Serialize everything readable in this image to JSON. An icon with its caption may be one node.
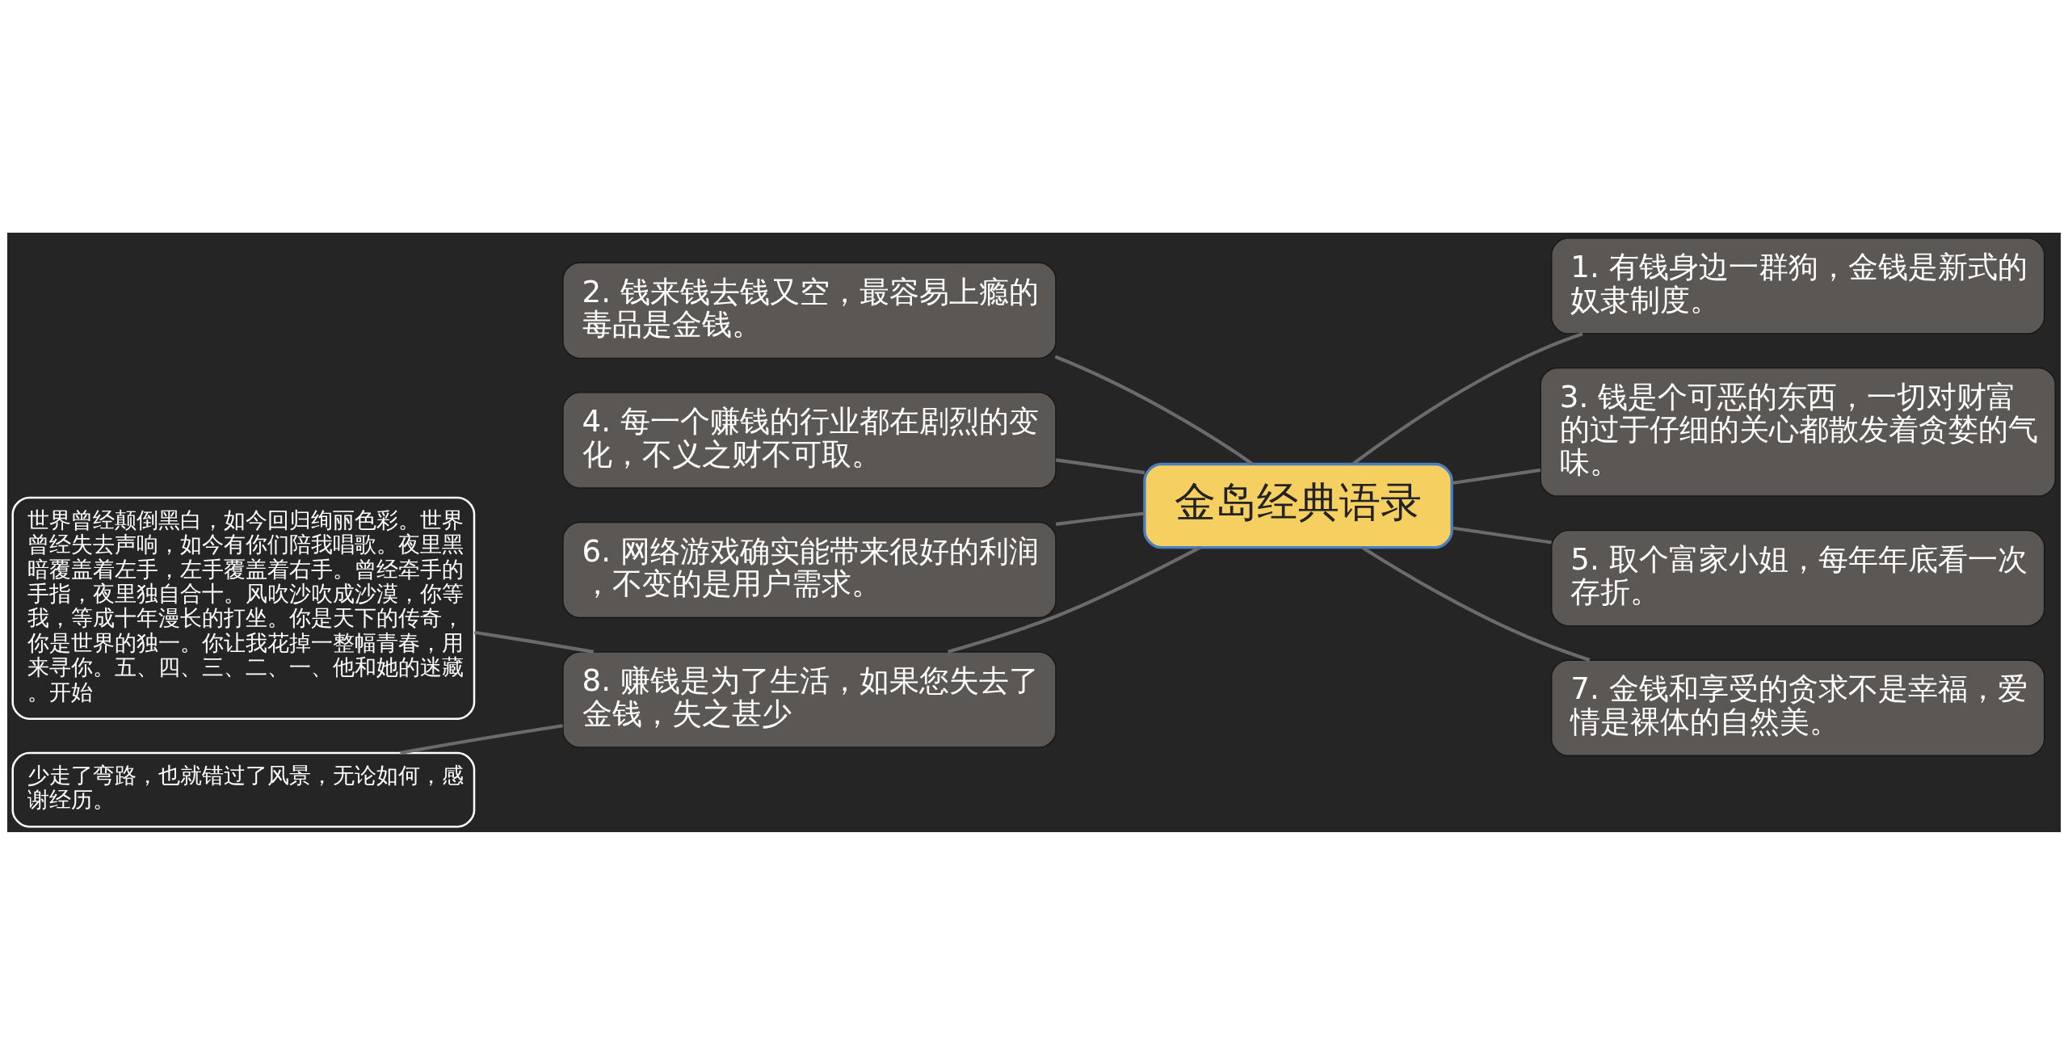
{
  "diagram": {
    "nodes": [
      {
        "text": [
          "金岛经典语录"
        ]
      },
      {
        "text": [
          "1. 有钱身边一群狗，金钱是新式的奴隶制度。"
        ]
      },
      {
        "text": [
          "2. 钱来钱去钱又空，最容易上瘾的毒品是金钱。"
        ]
      },
      {
        "text": [
          "3. 钱是个可恶的东西，一切对财富的过于仔细的关心都散发着贪婪的气味。"
        ]
      },
      {
        "text": [
          "4. 每一个赚钱的行业都在剧烈的变化，不义之财不可取。"
        ]
      },
      {
        "text": [
          "5. 取个富家小姐，每年年底看一次存折。"
        ]
      },
      {
        "text": [
          "6. 网络游戏确实能带来很好的利润，不变的是用户需求。"
        ]
      },
      {
        "text": [
          "7. 金钱和享受的贪求不是幸福，爱情是裸体的自然美。"
        ]
      },
      {
        "text": [
          "8. 赚钱是为了生活，如果您失去了金钱，失之甚少"
        ]
      },
      {
        "text": [
          "世界曾经颠倒黑白，如今回归绚丽色彩。世界曾经失去声响，如今有你们陪我唱歌。夜里黑暗覆盖着左手，左手覆盖着右手。曾经牵手的手指，夜里独自合十。风吹沙吹成沙漠，你等我，等成十年漫长的打坐。你是天下的传奇，你是世界的独一。你让我花掉一整幅青春，用来寻你。五、四、三、二、一、他和她的迷藏。开始"
        ]
      },
      {
        "text": [
          "少走了弯路，也就错过了风景，无论如何，感谢经历。"
        ]
      }
    ],
    "edges": [
      {
        "from": 0,
        "to": 1,
        "arrow": "none"
      },
      {
        "from": 0,
        "to": 2,
        "arrow": "none"
      },
      {
        "from": 0,
        "to": 3,
        "arrow": "none"
      },
      {
        "from": 0,
        "to": 4,
        "arrow": "none"
      },
      {
        "from": 0,
        "to": 5,
        "arrow": "none"
      },
      {
        "from": 0,
        "to": 6,
        "arrow": "none"
      },
      {
        "from": 0,
        "to": 7,
        "arrow": "none"
      },
      {
        "from": 0,
        "to": 8,
        "arrow": "none"
      },
      {
        "from": 8,
        "to": 9,
        "arrow": "none"
      },
      {
        "from": 8,
        "to": 10,
        "arrow": "none"
      }
    ]
  }
}
